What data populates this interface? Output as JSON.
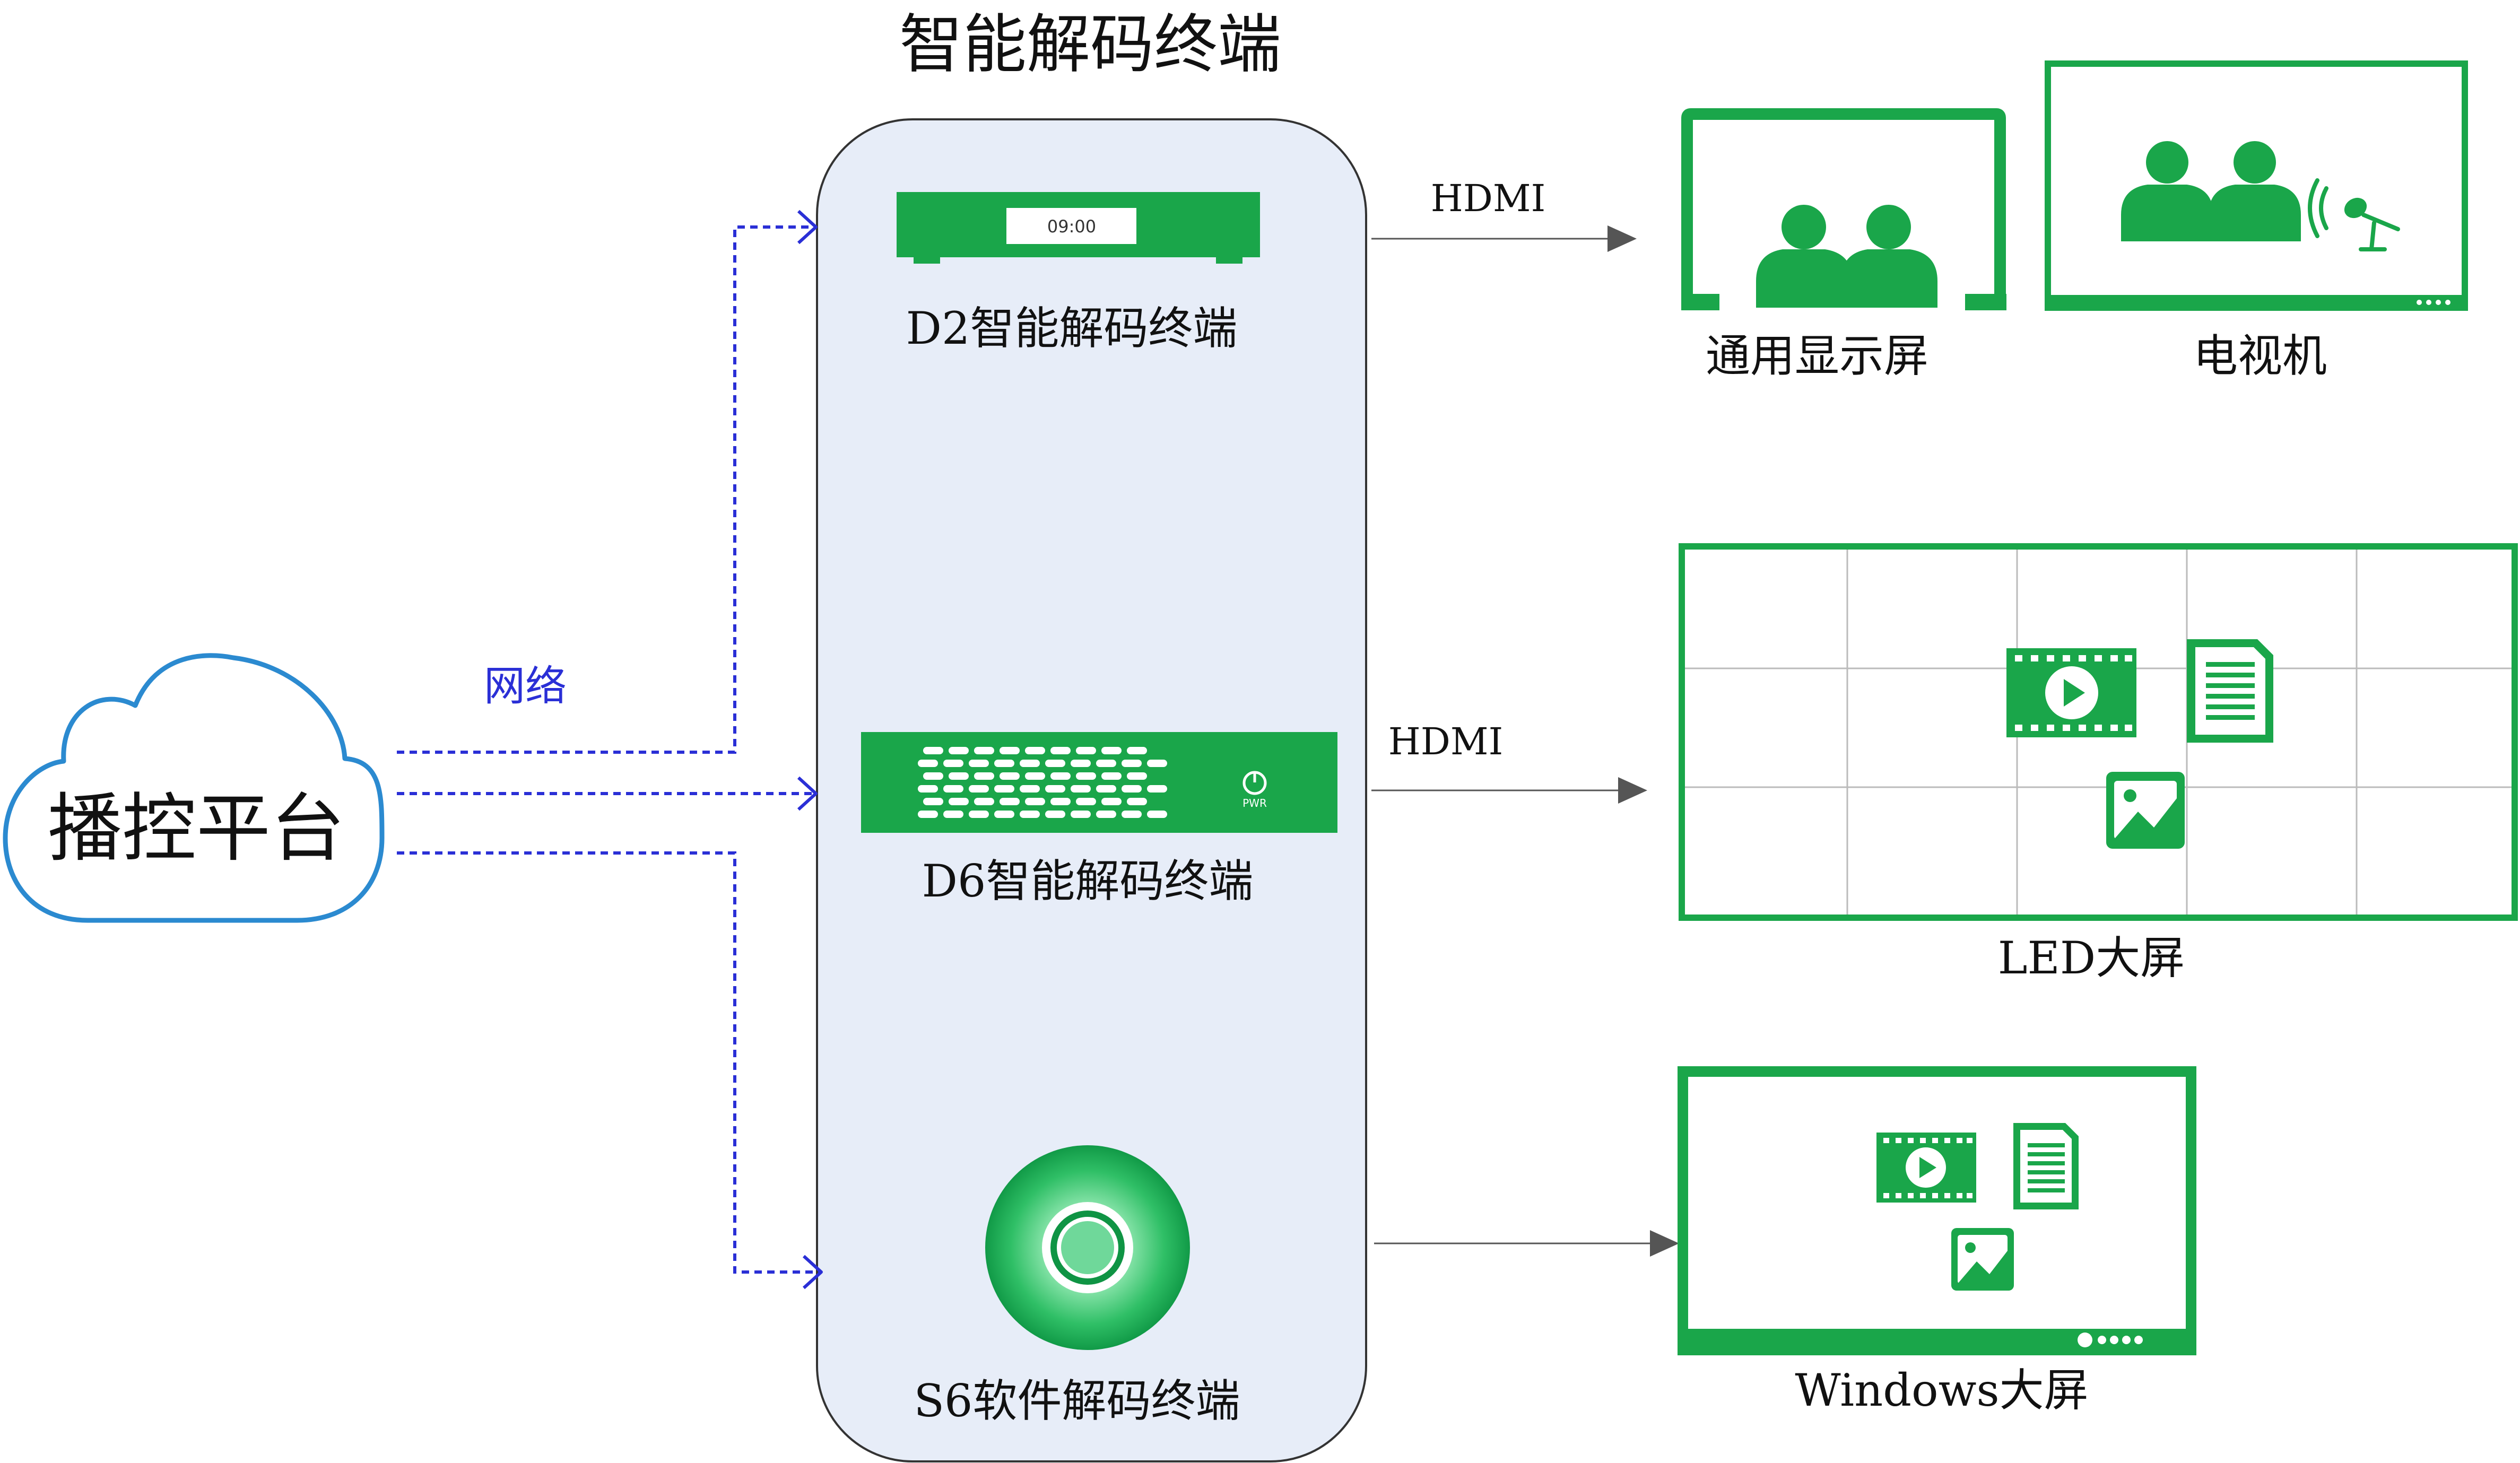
{
  "title": "智能解码终端",
  "source": {
    "label": "播控平台"
  },
  "network_label": "网络",
  "terminals": [
    {
      "label": "D2智能解码终端",
      "display_time": "09:00"
    },
    {
      "label": "D6智能解码终端",
      "power_label": "PWR"
    },
    {
      "label": "S6软件解码终端"
    }
  ],
  "connections": {
    "hdmi_top": "HDMI",
    "hdmi_middle": "HDMI"
  },
  "displays": [
    {
      "label": "通用显示屏"
    },
    {
      "label": "电视机"
    },
    {
      "label": "LED大屏"
    },
    {
      "label": "Windows大屏"
    }
  ],
  "colors": {
    "accent_green": "#1aa64a",
    "panel_fill": "#e7edf8",
    "network_blue": "#2a2fd6",
    "cloud_blue": "#2b8ad0",
    "arrow_gray": "#555555"
  }
}
